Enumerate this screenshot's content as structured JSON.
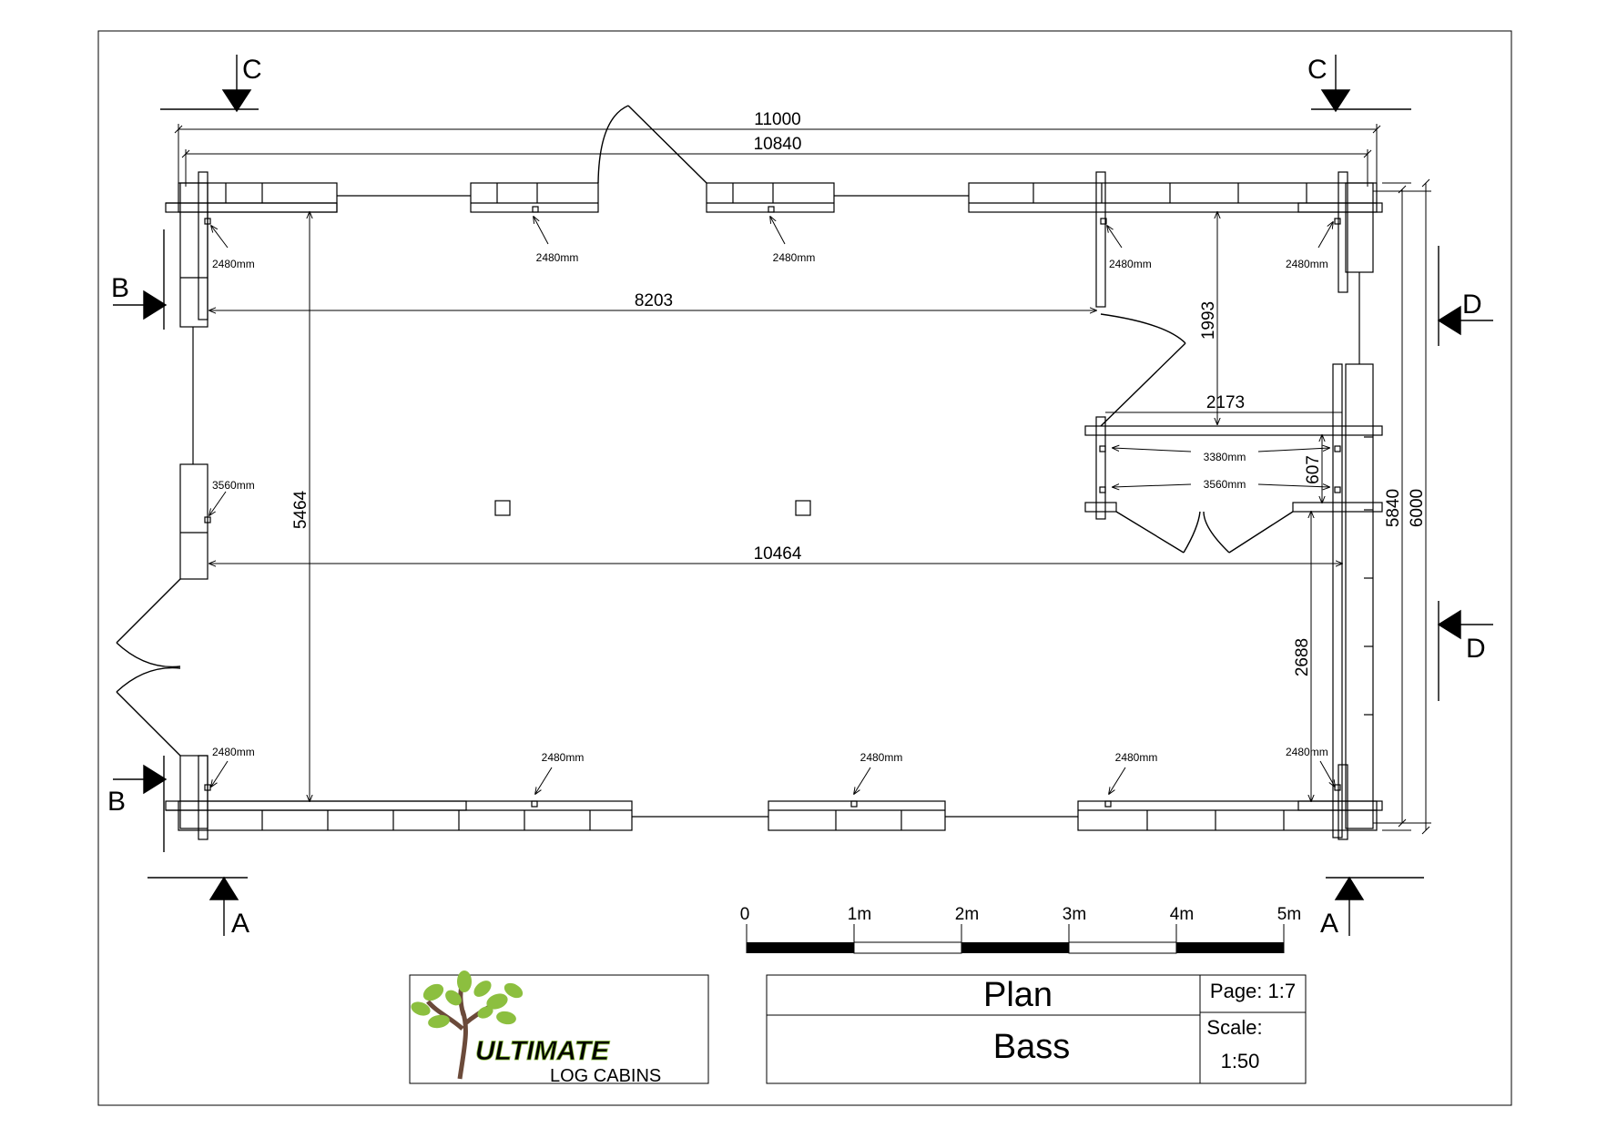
{
  "dimensions": {
    "overall_outer": "11000",
    "overall_inner": "10840",
    "interior_top": "8203",
    "interior_mid": "10464",
    "interior_height": "5464",
    "right_upper": "1993",
    "right_partition": "2173",
    "right_gap": "607",
    "right_lower": "2688",
    "side_inner": "5840",
    "side_outer": "6000"
  },
  "window_labels": {
    "top_left": "2480mm",
    "top_mid1": "2480mm",
    "top_mid2": "2480mm",
    "top_right1": "2480mm",
    "top_right2": "2480mm",
    "left_mid": "3560mm",
    "bottom_left": "2480mm",
    "bottom_mid1": "2480mm",
    "bottom_mid2": "2480mm",
    "bottom_mid3": "2480mm",
    "bottom_right": "2480mm",
    "partition_inner": "3380mm",
    "partition_outer": "3560mm"
  },
  "section_markers": {
    "a": "A",
    "b": "B",
    "c": "C",
    "d": "D"
  },
  "scale_bar": {
    "labels": [
      "0",
      "1m",
      "2m",
      "3m",
      "4m",
      "5m"
    ]
  },
  "title_block": {
    "drawing_title": "Plan",
    "project_name": "Bass",
    "page_label": "Page: 1:7",
    "scale_label": "Scale:",
    "scale_value": "1:50"
  },
  "logo": {
    "brand_main": "ULTIMATE",
    "brand_sub": "LOG CABINS",
    "brand_color": "#6b4a3a",
    "leaf_color": "#8cbf3f"
  }
}
